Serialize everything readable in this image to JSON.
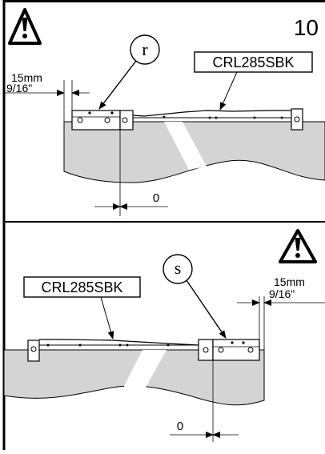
{
  "step_number": "10",
  "panels": [
    {
      "callout": "r",
      "part_label": "CRL285SBK",
      "offset_mm": "15mm",
      "offset_in": "9/16\"",
      "gap_value": "0"
    },
    {
      "callout": "s",
      "part_label": "CRL285SBK",
      "offset_mm": "15mm",
      "offset_in": "9/16\"",
      "gap_value": "0"
    }
  ],
  "icons": [
    "warning-triangle-icon",
    "warning-triangle-icon"
  ],
  "colors": {
    "ink": "#000000",
    "glass": "#d4d4d4",
    "paper": "#ffffff"
  }
}
